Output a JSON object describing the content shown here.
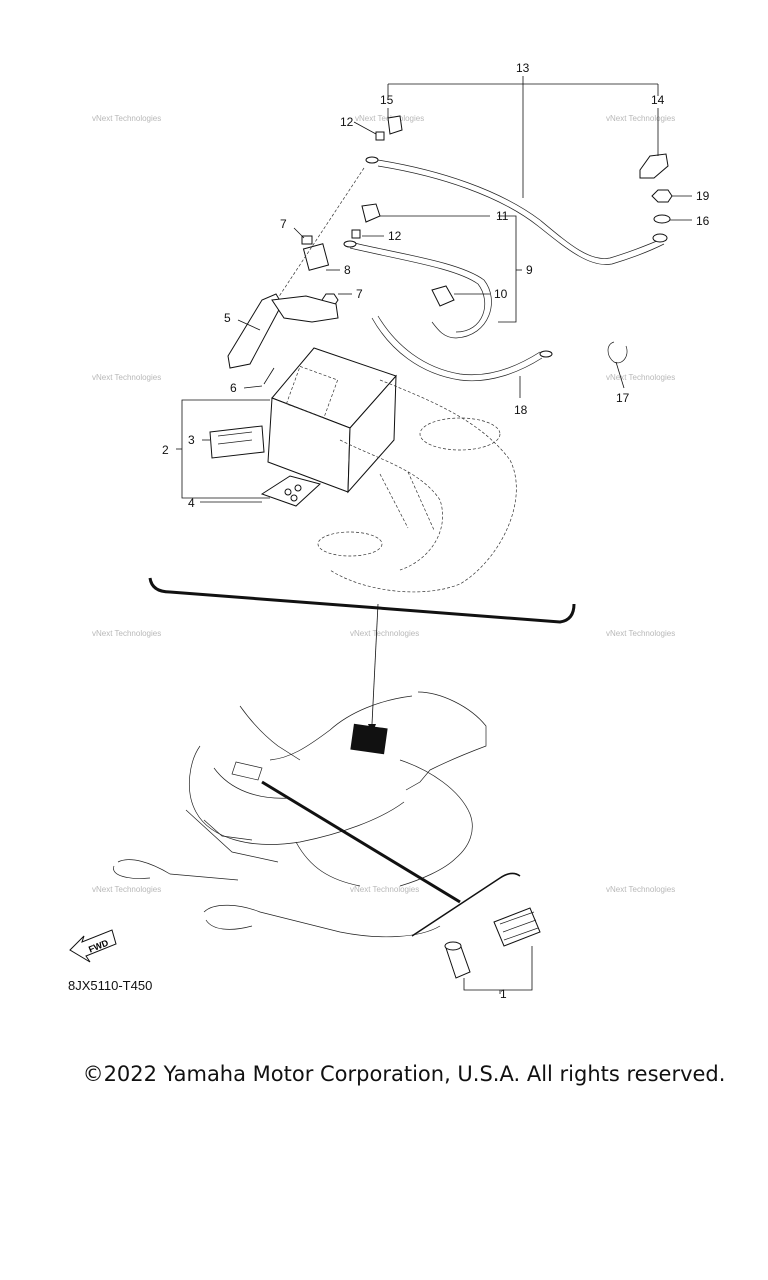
{
  "diagram": {
    "code": "8JX5110-T450",
    "copyright": "©2022 Yamaha Motor Corporation, U.S.A. All rights reserved.",
    "fwd_label": "FWD",
    "watermark": "vNext Technologies",
    "callouts": {
      "c1": "1",
      "c2": "2",
      "c3": "3",
      "c4": "4",
      "c5": "5",
      "c6": "6",
      "c7a": "7",
      "c7b": "7",
      "c8": "8",
      "c9": "9",
      "c10": "10",
      "c11": "11",
      "c12a": "12",
      "c12b": "12",
      "c13": "13",
      "c14": "14",
      "c15": "15",
      "c16": "16",
      "c17": "17",
      "c18": "18",
      "c19": "19"
    }
  }
}
